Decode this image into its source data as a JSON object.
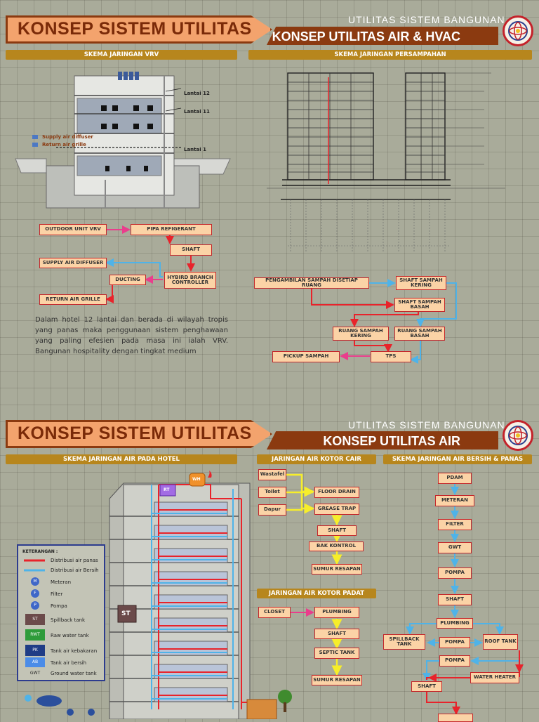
{
  "panel1": {
    "title": "KONSEP SISTEM UTILITAS",
    "course": "UTILITAS SISTEM BANGUNAN - J",
    "subtitle": "KONSEP  UTILITAS AIR & HVAC",
    "vrv": {
      "section": "SKEMA JARINGAN VRV",
      "floor_labels": [
        "Lantai 12",
        "Lantai 11",
        "Lantai 1"
      ],
      "legend": [
        "Supply air diffuser",
        "Return air grille"
      ],
      "nodes": [
        "OUTDOOR UNIT VRV",
        "PIPA REFIGERANT",
        "SHAFT",
        "HYBIRD BRANCH CONTROLLER",
        "DUCTING",
        "SUPPLY AIR DIFFUSER",
        "RETURN AIR GRILLE"
      ],
      "paragraph": "Dalam hotel 12 lantai dan berada di wilayah tropis yang panas maka penggunaan sistem penghawaan yang paling efesien pada masa ini ialah VRV. Bangunan hospitality dengan tingkat medium"
    },
    "waste": {
      "section": "SKEMA JARINGAN PERSAMPAHAN",
      "nodes": [
        "PENGAMBILAN SAMPAH DISETIAP RUANG",
        "SHAFT SAMPAH KERING",
        "SHAFT SAMPAH BASAH",
        "RUANG SAMPAH KERING",
        "RUANG SAMPAH BASAH",
        "TPS",
        "PICKUP SAMPAH"
      ]
    }
  },
  "panel2": {
    "title": "KONSEP SISTEM UTILITAS",
    "course": "UTILITAS SISTEM BANGUNAN - J",
    "subtitle": "KONSEP  UTILITAS AIR",
    "hotel": {
      "section": "SKEMA JARINGAN AIR PADA HOTEL",
      "legend_title": "KETERANGAN :",
      "legend": [
        {
          "sym": "",
          "text": "Distribusi air panas"
        },
        {
          "sym": "",
          "text": "Distribusi air Bersih"
        },
        {
          "sym": "M",
          "text": "Meteran"
        },
        {
          "sym": "F",
          "text": "Filter"
        },
        {
          "sym": "P",
          "text": "Pompa"
        },
        {
          "sym": "ST",
          "text": "Spillback tank"
        },
        {
          "sym": "RWT",
          "text": "Raw water tank"
        },
        {
          "sym": "PK",
          "text": "Tank air kebakaran"
        },
        {
          "sym": "AB",
          "text": "Tank air bersih"
        },
        {
          "sym": "GWT",
          "text": "Ground water tank"
        }
      ],
      "tag_st": "ST",
      "tag_wh": "WH",
      "tag_rt": "RT"
    },
    "kotor_cair": {
      "section": "JARINGAN AIR KOTOR CAIR",
      "nodes": [
        "Wastafel",
        "Toilet",
        "Dapur",
        "FLOOR DRAIN",
        "GREASE TRAP",
        "SHAFT",
        "BAK KONTROL",
        "SUMUR RESAPAN"
      ]
    },
    "kotor_padat": {
      "section": "JARINGAN AIR KOTOR PADAT",
      "nodes": [
        "CLOSET",
        "PLUMBING",
        "SHAFT",
        "SEPTIC TANK",
        "SUMUR RESAPAN"
      ]
    },
    "bersih": {
      "section": "SKEMA JARINGAN AIR BERSIH & PANAS",
      "nodes": [
        "PDAM",
        "METERAN",
        "FILTER",
        "GWT",
        "POMPA",
        "SHAFT",
        "PLUMBING",
        "SPILLBACK TANK",
        "POMPA",
        "ROOF TANK",
        "POMPA",
        "WATER HEATER",
        "SHAFT"
      ]
    }
  },
  "colors": {
    "accent": "#8b3a10",
    "tab": "#f3a36d",
    "section": "#b7861d",
    "node": "#fbd3a6",
    "hot": "#e8232b",
    "clean": "#4fb3e8",
    "pink": "#ea3d8c",
    "yellow": "#f7ee2a"
  }
}
